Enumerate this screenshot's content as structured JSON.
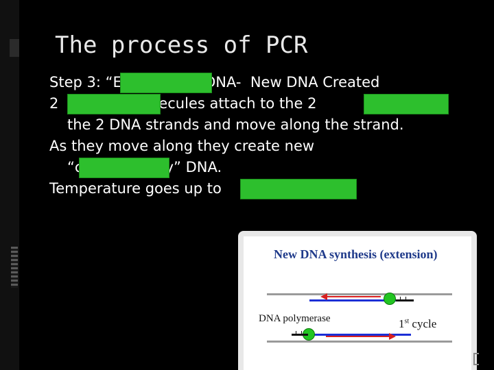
{
  "slide": {
    "title": "The process of PCR",
    "lines": [
      "Step 3: “E              of DNA-  New DNA Created",
      "2                molecules attach to the 2",
      "the 2 DNA strands and move along the strand.",
      "As they move along they create new",
      "“c                  y” DNA.",
      "Temperature goes up to"
    ],
    "highlight_color": "#2dbf2d"
  },
  "diagram": {
    "title": "New DNA synthesis (extension)",
    "polymerase_label": "DNA polymerase",
    "cycle_number": "1",
    "cycle_suffix": "st",
    "cycle_word": " cycle",
    "colors": {
      "template_strand": "#9a9a9a",
      "new_strand": "#1b2fd6",
      "primer_arrow": "#d82020",
      "polymerase": "#22c422"
    }
  }
}
